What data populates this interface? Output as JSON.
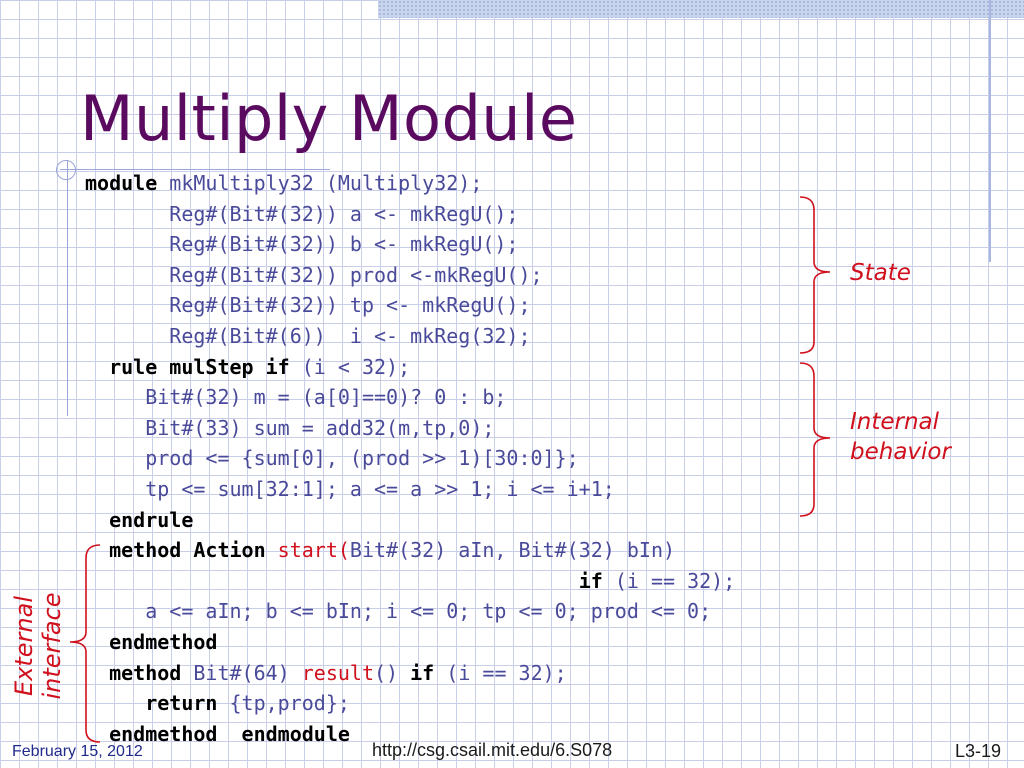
{
  "slide": {
    "title": "Multiply Module",
    "footer_date": "February 15, 2012",
    "footer_url": "http://csg.csail.mit.edu/6.S078",
    "page_number": "L3-19"
  },
  "code": [
    [
      {
        "t": "module ",
        "k": "kw"
      },
      {
        "t": "mkMultiply32 (Multiply32);",
        "k": "plain"
      }
    ],
    [
      {
        "t": "       Reg#(Bit#(32)) a <- mkRegU();",
        "k": "plain"
      }
    ],
    [
      {
        "t": "       Reg#(Bit#(32)) b <- mkRegU();",
        "k": "plain"
      }
    ],
    [
      {
        "t": "       Reg#(Bit#(32)) prod <-mkRegU();",
        "k": "plain"
      }
    ],
    [
      {
        "t": "       Reg#(Bit#(32)) tp <- mkRegU();",
        "k": "plain"
      }
    ],
    [
      {
        "t": "       Reg#(Bit#(6))  i <- mkReg(32);",
        "k": "plain"
      }
    ],
    [
      {
        "t": "  ",
        "k": "plain"
      },
      {
        "t": "rule mulStep if",
        "k": "kw"
      },
      {
        "t": " (i < 32);",
        "k": "plain"
      }
    ],
    [
      {
        "t": "     Bit#(32) m = (a[0]==0)? 0 : b;",
        "k": "plain"
      }
    ],
    [
      {
        "t": "     Bit#(33) sum = add32(m,tp,0);",
        "k": "plain"
      }
    ],
    [
      {
        "t": "     prod <= {sum[0], (prod >> 1)[30:0]};",
        "k": "plain"
      }
    ],
    [
      {
        "t": "     tp <= sum[32:1]; a <= a >> 1; i <= i+1;",
        "k": "plain"
      }
    ],
    [
      {
        "t": "  ",
        "k": "plain"
      },
      {
        "t": "endrule",
        "k": "kw"
      }
    ],
    [
      {
        "t": "  ",
        "k": "plain"
      },
      {
        "t": "method Action ",
        "k": "kw"
      },
      {
        "t": "start(",
        "k": "red"
      },
      {
        "t": "Bit#(32) aIn, Bit#(32) bIn)",
        "k": "plain"
      }
    ],
    [
      {
        "t": "                                         ",
        "k": "plain"
      },
      {
        "t": "if",
        "k": "kw"
      },
      {
        "t": " (i == 32);",
        "k": "plain"
      }
    ],
    [
      {
        "t": "     a <= aIn; b <= bIn; i <= 0; tp <= 0; prod <= 0;",
        "k": "plain"
      }
    ],
    [
      {
        "t": "  ",
        "k": "plain"
      },
      {
        "t": "endmethod",
        "k": "kw"
      }
    ],
    [
      {
        "t": "  ",
        "k": "plain"
      },
      {
        "t": "method",
        "k": "kw"
      },
      {
        "t": " Bit#(64) ",
        "k": "plain"
      },
      {
        "t": "result",
        "k": "red"
      },
      {
        "t": "() ",
        "k": "plain"
      },
      {
        "t": "if",
        "k": "kw"
      },
      {
        "t": " (i == 32);",
        "k": "plain"
      }
    ],
    [
      {
        "t": "     ",
        "k": "plain"
      },
      {
        "t": "return",
        "k": "kw"
      },
      {
        "t": " {tp,prod};",
        "k": "plain"
      }
    ],
    [
      {
        "t": "  ",
        "k": "plain"
      },
      {
        "t": "endmethod  endmodule",
        "k": "kw"
      }
    ]
  ],
  "annotations": {
    "state": "State",
    "internal_line1": "Internal",
    "internal_line2": "behavior",
    "external_line1": "External",
    "external_line2": "interface"
  },
  "colors": {
    "title": "#5a0a5f",
    "code": "#4a4a9a",
    "keyword": "#000000",
    "highlight": "#d0101c",
    "grid": "#c9cfe8"
  }
}
